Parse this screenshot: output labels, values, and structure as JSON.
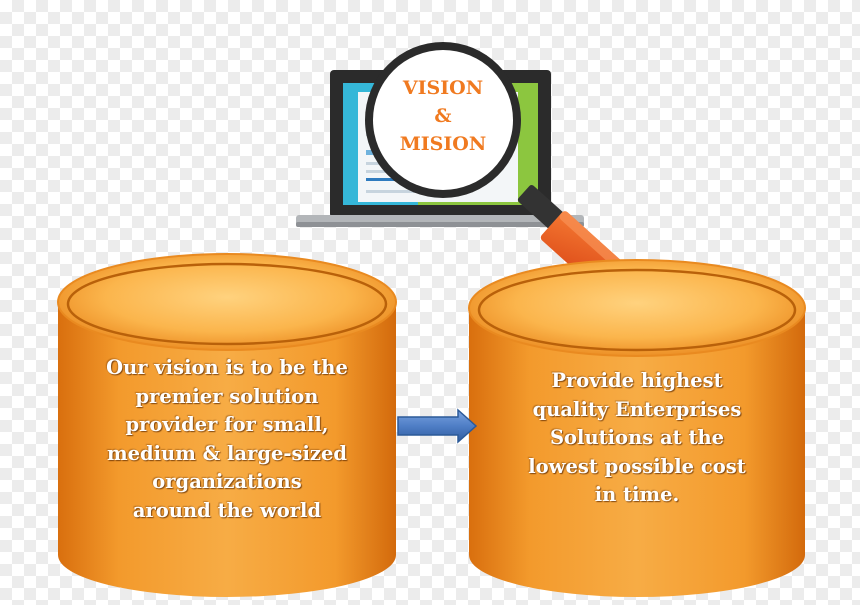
{
  "lens": {
    "line1": "VISION",
    "line2": "&",
    "line3": "MISION"
  },
  "left_cylinder": {
    "text": "Our vision is to be the\npremier solution\nprovider for  small,\nmedium & large-sized\norganizations\naround the world"
  },
  "right_cylinder": {
    "text": "Provide highest\nquality Enterprises\nSolutions  at the\nlowest possible cost\nin time."
  },
  "colors": {
    "cylinder": "#f08f1e",
    "cylinder_light": "#ffcf7a",
    "arrow": "#4f7ec6",
    "lens_text": "#f07a20",
    "handle": "#ef5b23",
    "laptop_screen_blue": "#35b7d8",
    "laptop_screen_green": "#8cc63f"
  },
  "icons": {
    "laptop": "laptop-icon",
    "magnifier": "magnifying-glass-icon"
  }
}
